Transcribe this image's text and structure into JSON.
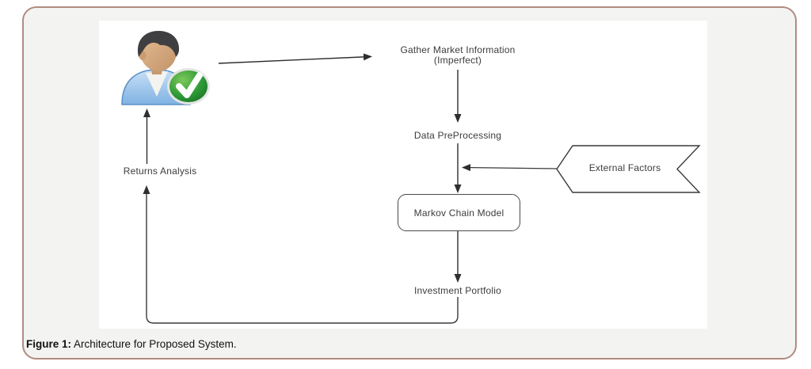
{
  "figure": {
    "caption_label": "Figure 1:",
    "caption_text": " Architecture for Proposed System."
  },
  "diagram": {
    "nodes": {
      "gather": {
        "line1": "Gather Market Information",
        "line2": "(Imperfect)"
      },
      "preprocess": {
        "label": "Data PreProcessing"
      },
      "external": {
        "label": "External Factors"
      },
      "markov": {
        "label": "Markov Chain Model"
      },
      "portfolio": {
        "label": "Investment Portfolio"
      },
      "returns": {
        "label": "Returns Analysis"
      }
    },
    "icons": {
      "analyst": "user-with-green-checkmark-icon"
    },
    "colors": {
      "panel_border": "#b28b80",
      "panel_bg": "#f3f3f2",
      "canvas_bg": "#ffffff",
      "line": "#3a3a3a",
      "text": "#3c3c3e",
      "badge_green": "#2f9b38",
      "shirt_blue": "#9cc6ee",
      "skin": "#d2a47c",
      "hair": "#3f3f41"
    }
  }
}
